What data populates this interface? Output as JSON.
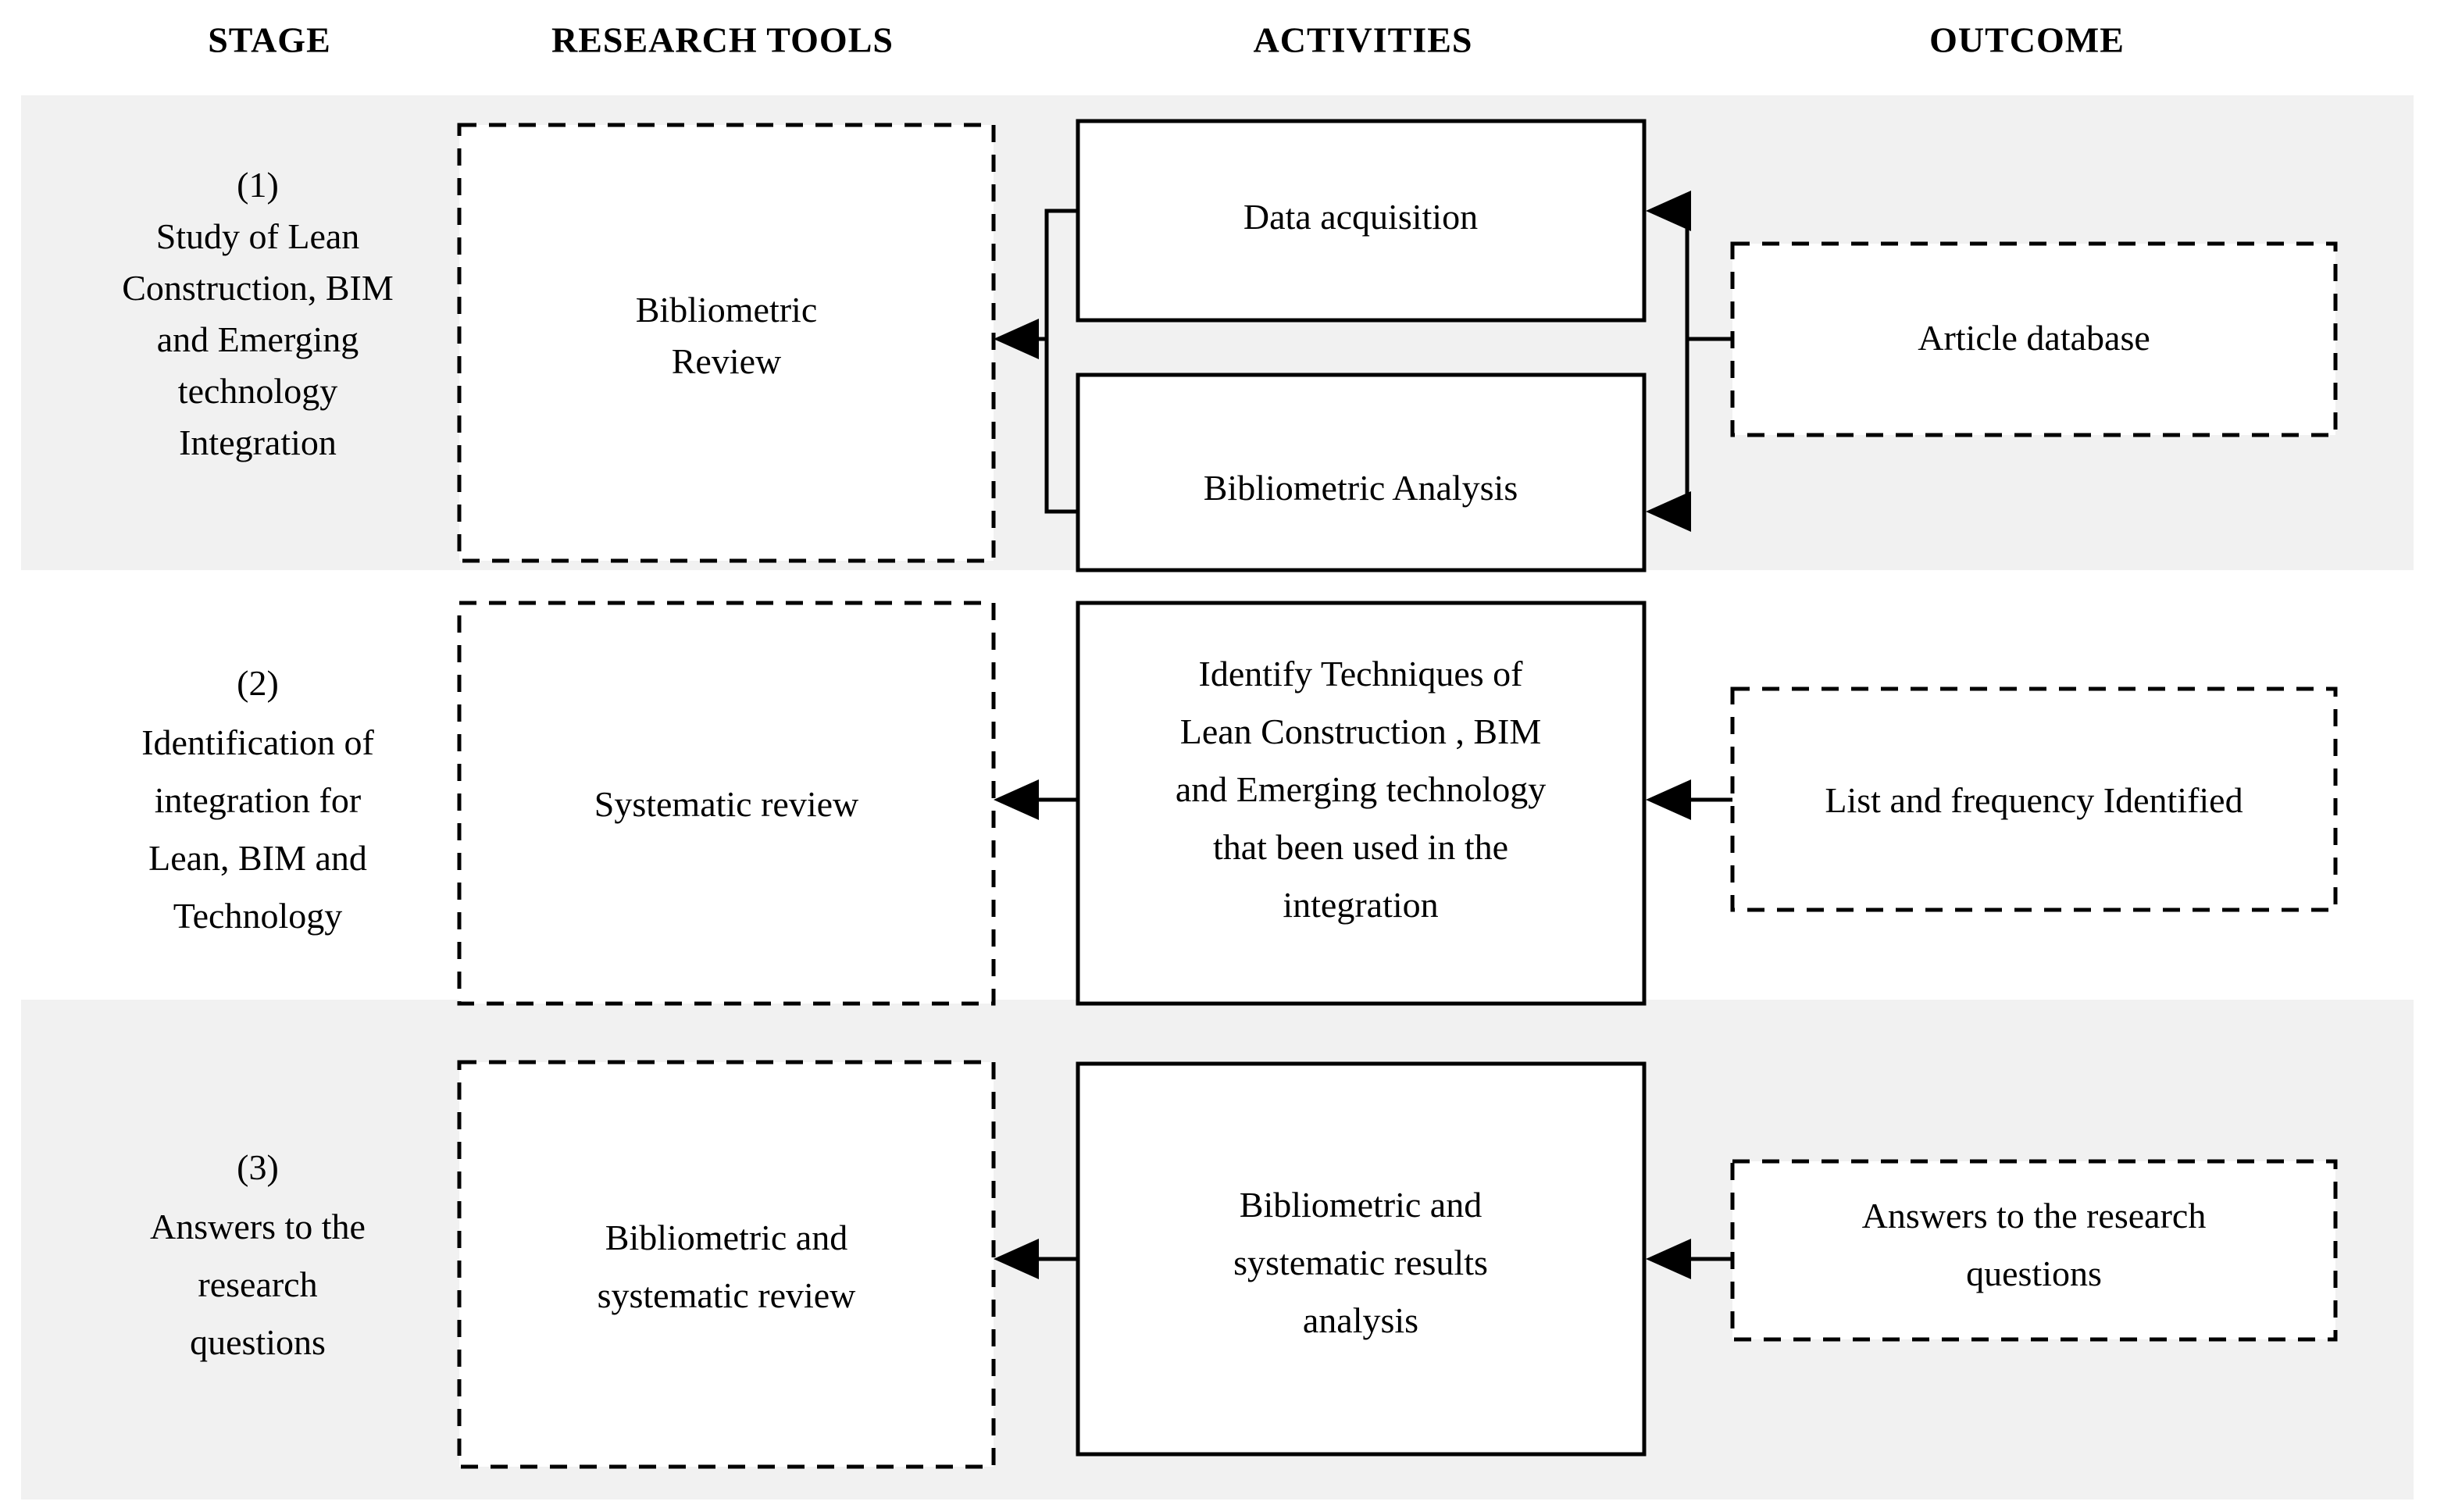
{
  "diagram": {
    "title": "Research methodology framework flowchart",
    "headers": [
      {
        "key": "stage",
        "label": "STAGE"
      },
      {
        "key": "research_tools",
        "label": "RESEARCH TOOLS"
      },
      {
        "key": "activities",
        "label": "ACTIVITIES"
      },
      {
        "key": "outcome",
        "label": "OUTCOME"
      }
    ],
    "rows": [
      {
        "id": "stage-1",
        "band_shaded": true,
        "stage": {
          "number": "(1)",
          "lines": [
            "Study of Lean",
            "Construction, BIM",
            "and Emerging",
            "technology",
            "Integration"
          ]
        },
        "research_tools": {
          "border": "dashed",
          "lines": [
            "Bibliometric",
            "Review"
          ]
        },
        "activities": [
          {
            "border": "solid",
            "lines": [
              "Data acquisition"
            ]
          },
          {
            "border": "solid",
            "lines": [
              "Bibliometric Analysis"
            ]
          }
        ],
        "outcome": {
          "border": "dashed",
          "lines": [
            "Article database"
          ]
        }
      },
      {
        "id": "stage-2",
        "band_shaded": false,
        "stage": {
          "number": "(2)",
          "lines": [
            "Identification of",
            "integration for",
            "Lean, BIM and",
            "Technology"
          ]
        },
        "research_tools": {
          "border": "dashed",
          "lines": [
            "Systematic review"
          ]
        },
        "activities": [
          {
            "border": "solid",
            "lines": [
              "Identify Techniques of",
              "Lean Construction , BIM",
              "and Emerging technology",
              "that been used in the",
              "integration"
            ]
          }
        ],
        "outcome": {
          "border": "dashed",
          "lines": [
            "List and frequency Identified"
          ]
        }
      },
      {
        "id": "stage-3",
        "band_shaded": true,
        "stage": {
          "number": "(3)",
          "lines": [
            "Answers to the",
            "research",
            "questions"
          ]
        },
        "research_tools": {
          "border": "dashed",
          "lines": [
            "Bibliometric and",
            "systematic review"
          ]
        },
        "activities": [
          {
            "border": "solid",
            "lines": [
              "Bibliometric and",
              "systematic results",
              "analysis"
            ]
          }
        ],
        "outcome": {
          "border": "dashed",
          "lines": [
            "Answers to the research",
            "questions"
          ]
        }
      }
    ],
    "colors": {
      "band": "#f1f1f1",
      "stroke": "#000000",
      "box_fill": "#ffffff",
      "text": "#000000",
      "page": "#ffffff"
    }
  }
}
